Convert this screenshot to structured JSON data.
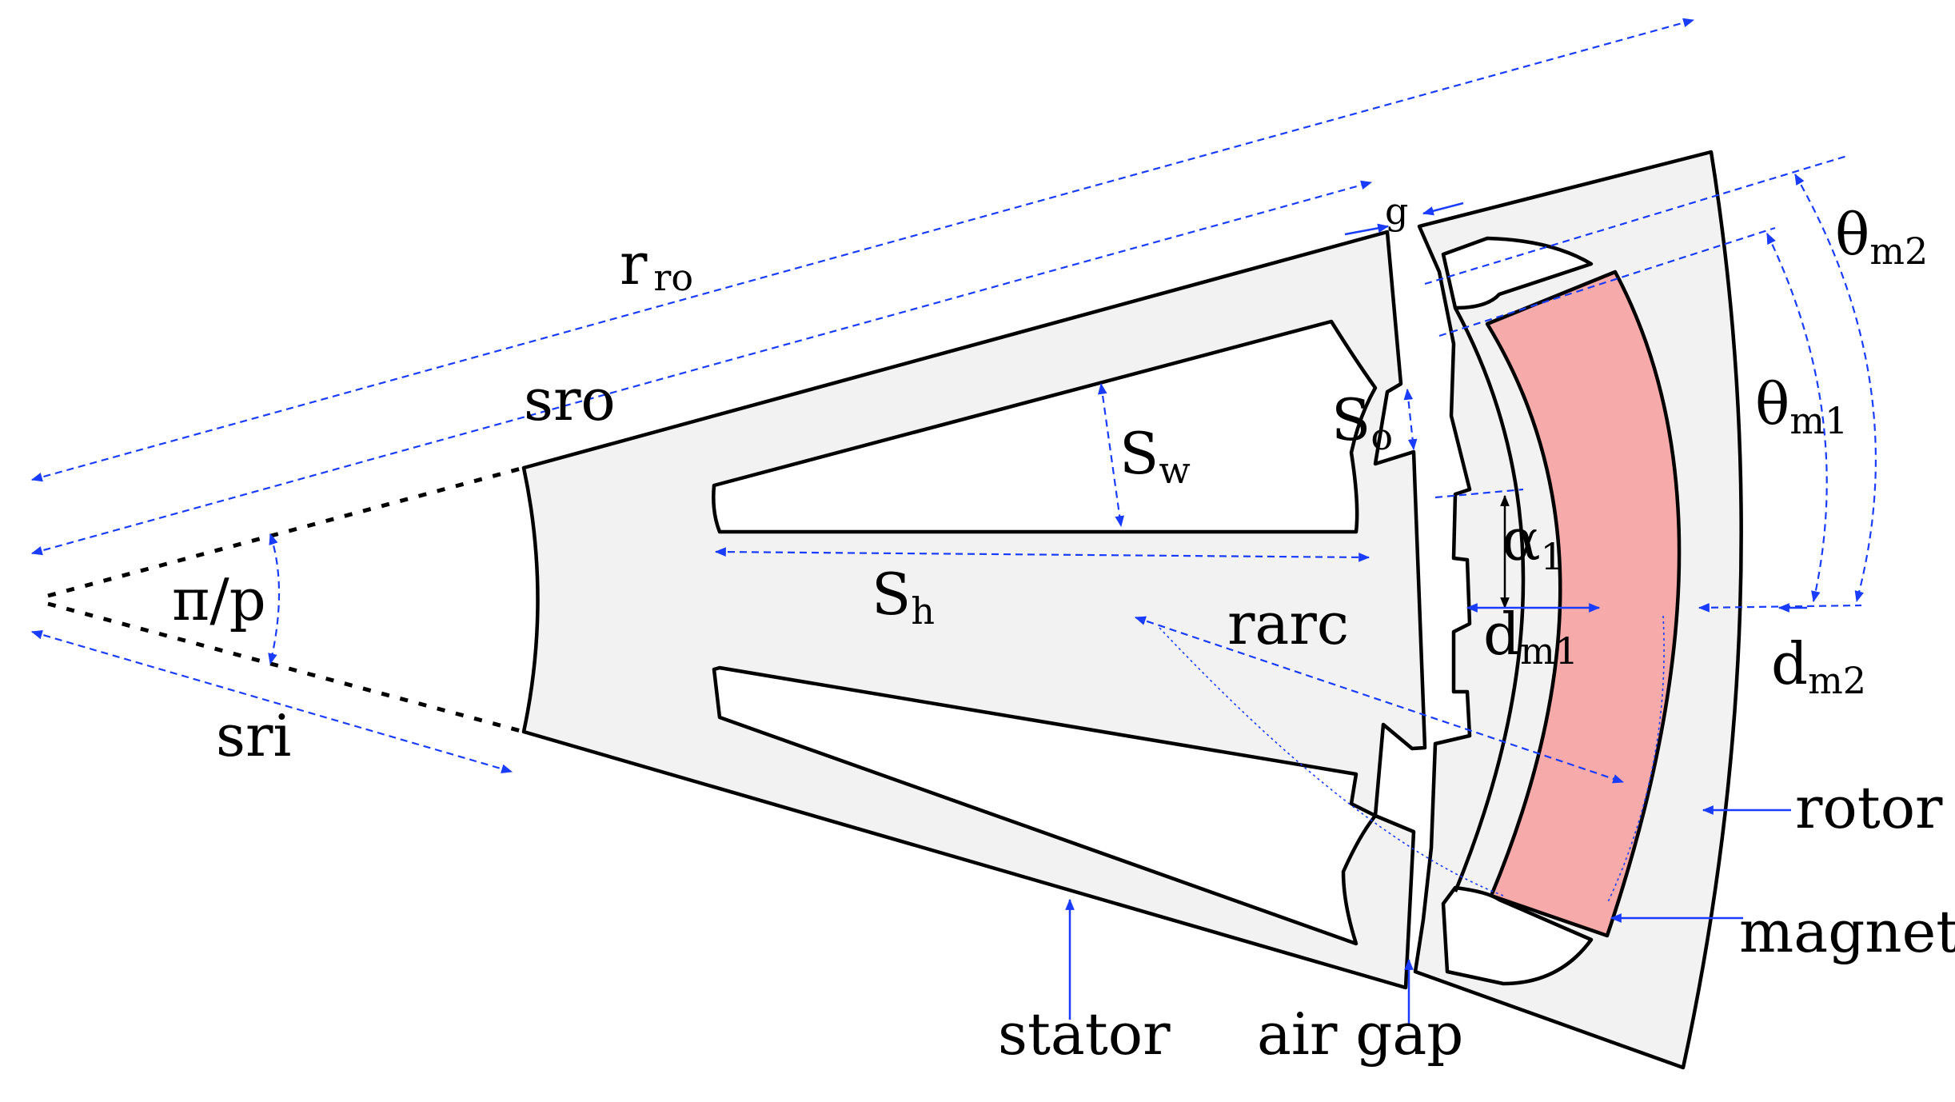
{
  "diagram": {
    "labels": {
      "r_ro_main": "r",
      "r_ro_sub": "ro",
      "sro": "sro",
      "pi_over_p": "π/p",
      "sri": "sri",
      "S_w_main": "S",
      "S_w_sub": "w",
      "S_h_main": "S",
      "S_h_sub": "h",
      "S_o_main": "S",
      "S_o_sub": "o",
      "g": "g",
      "alpha_main": "α",
      "alpha_sub": "1",
      "d_m1_main": "d",
      "d_m1_sub": "m1",
      "d_m2_main": "d",
      "d_m2_sub": "m2",
      "theta_m1_main": "θ",
      "theta_m1_sub": "m1",
      "theta_m2_main": "θ",
      "theta_m2_sub": "m2",
      "rarc": "rarc",
      "rotor": "rotor",
      "magnet": "magnet",
      "stator": "stator",
      "air_gap": "air gap"
    },
    "colors": {
      "dimension": "#1a3cff",
      "body_fill": "#f2f2f2",
      "magnet_fill": "#f7aaaa",
      "outline": "#000000"
    }
  }
}
